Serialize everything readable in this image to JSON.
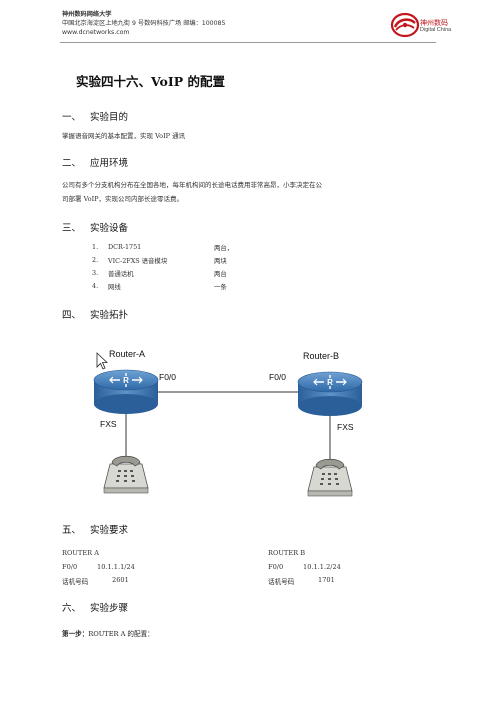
{
  "header": {
    "line1": "神州数码网络大学",
    "line2": "中国北京海淀区上地九街 9 号数码科技广场 邮编：100085",
    "line3": "www.dcnetworks.com",
    "logo_cn": "神州数码",
    "logo_en": "Digital China"
  },
  "title": "实验四十六、VoIP 的配置",
  "sections": [
    {
      "num": "一、",
      "label": "实验目的"
    },
    {
      "num": "二、",
      "label": "应用环境"
    },
    {
      "num": "三、",
      "label": "实验设备"
    },
    {
      "num": "四、",
      "label": "实验拓扑"
    },
    {
      "num": "五、",
      "label": "实验要求"
    },
    {
      "num": "六、",
      "label": "实验步骤"
    }
  ],
  "purpose": "掌握语音网关的基本配置，实现 VoIP 通讯",
  "environment": {
    "line1": "公司有多个分支机构分布在全国各地，每年机构间的长途电话费用非常高昂，小李决定在公",
    "line2": "司部署 VoIP，实现公司内部长途零话费。"
  },
  "equipment": [
    {
      "n": "1.",
      "name": "DCR-1751",
      "qty": "两台，"
    },
    {
      "n": "2.",
      "name": "VIC-2FXS 语音模块",
      "qty": "两块"
    },
    {
      "n": "3.",
      "name": "普通话机",
      "qty": "两台"
    },
    {
      "n": "4.",
      "name": "网线",
      "qty": "一条"
    }
  ],
  "topology": {
    "router_a": "Router-A",
    "router_b": "Router-B",
    "port_a": "F0/0",
    "port_b": "F0/0",
    "fxs_a": "FXS",
    "fxs_b": "FXS",
    "router_glyph": "R"
  },
  "requirements": {
    "a": {
      "name": "ROUTER A",
      "port": "F0/0",
      "ip": "10.1.1.1/24",
      "phone_label": "话机号码",
      "phone": "2601"
    },
    "b": {
      "name": "ROUTER B",
      "port": "F0/0",
      "ip": "10.1.1.2/24",
      "phone_label": "话机号码",
      "phone": "1701"
    }
  },
  "step1": {
    "bold": "第一步：",
    "text": "ROUTER A 的配置："
  }
}
